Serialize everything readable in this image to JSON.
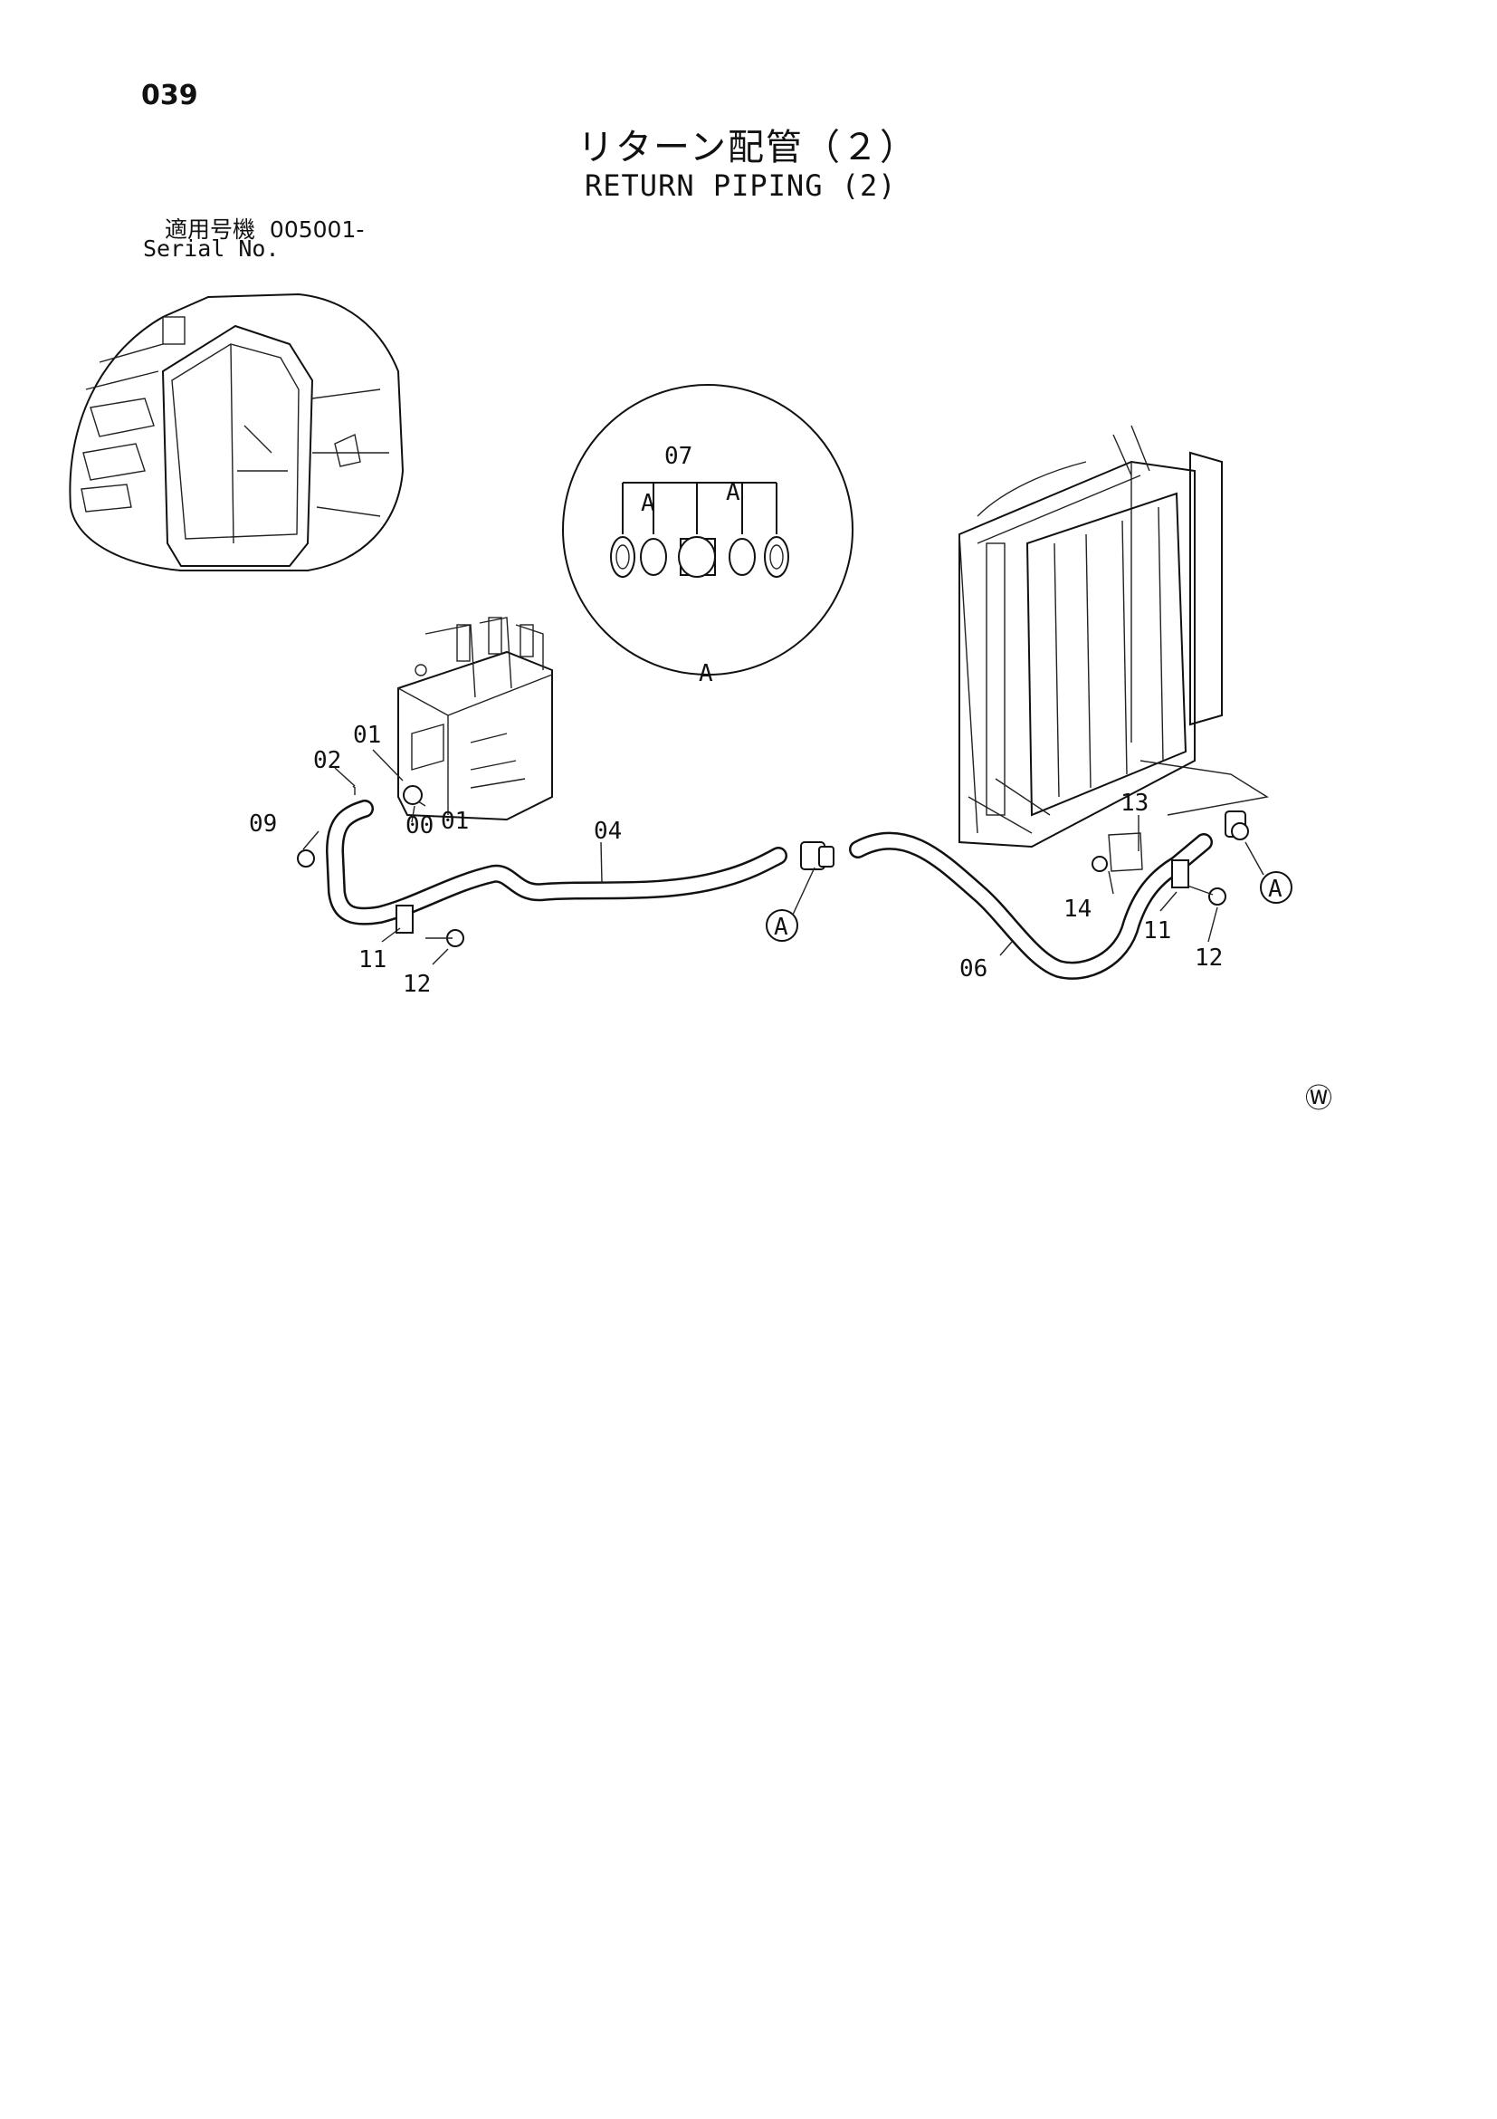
{
  "page_number": "039",
  "title_ja": "リターン配管（２）",
  "title_en": "RETURN PIPING (2)",
  "serial": {
    "label_ja": "適用号機",
    "number": "005001-",
    "label_en": "Serial No."
  },
  "watermark": "Ⓦ",
  "detail_view": {
    "name": "A",
    "part": "07",
    "markers": [
      "A",
      "A"
    ]
  },
  "callouts": [
    {
      "id": "00",
      "text": "00"
    },
    {
      "id": "01a",
      "text": "01"
    },
    {
      "id": "01b",
      "text": "01"
    },
    {
      "id": "02",
      "text": "02"
    },
    {
      "id": "04",
      "text": "04"
    },
    {
      "id": "06",
      "text": "06"
    },
    {
      "id": "09",
      "text": "09"
    },
    {
      "id": "11a",
      "text": "11"
    },
    {
      "id": "11b",
      "text": "11"
    },
    {
      "id": "12a",
      "text": "12"
    },
    {
      "id": "12b",
      "text": "12"
    },
    {
      "id": "13",
      "text": "13"
    },
    {
      "id": "14",
      "text": "14"
    }
  ],
  "reference_marks": [
    "A",
    "A"
  ]
}
